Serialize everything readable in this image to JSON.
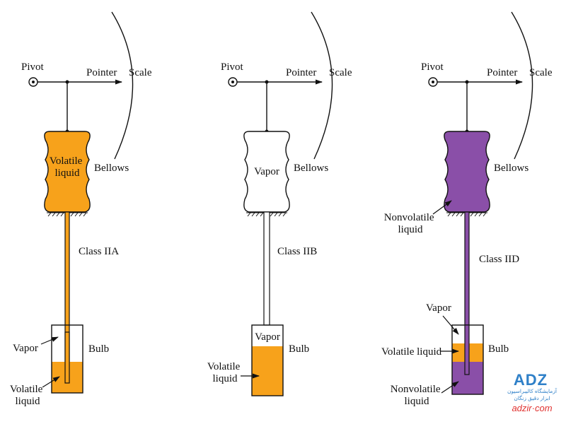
{
  "colors": {
    "volatile_liquid": "#F7A21B",
    "nonvolatile_liquid": "#8A4FA8",
    "logo_blue": "#2F80C8",
    "logo_red": "#E0312F"
  },
  "panels": [
    {
      "class_label": "Class IIA",
      "pivot": "Pivot",
      "pointer": "Pointer",
      "scale": "Scale",
      "bellows": "Bellows",
      "bellows_fill_text": "Volatile\nliquid",
      "bulb": "Bulb",
      "vapor": "Vapor",
      "volatile_liquid": "Volatile\nliquid"
    },
    {
      "class_label": "Class IIB",
      "pivot": "Pivot",
      "pointer": "Pointer",
      "scale": "Scale",
      "bellows": "Bellows",
      "bellows_fill_text": "Vapor",
      "bulb": "Bulb",
      "vapor": "Vapor",
      "volatile_liquid": "Volatile\nliquid"
    },
    {
      "class_label": "Class IID",
      "pivot": "Pivot",
      "pointer": "Pointer",
      "scale": "Scale",
      "bellows": "Bellows",
      "nonvolatile_liquid_top": "Nonvolatile\nliquid",
      "bulb": "Bulb",
      "vapor": "Vapor",
      "volatile_liquid": "Volatile liquid",
      "nonvolatile_liquid_bottom": "Nonvolatile\nliquid"
    }
  ],
  "logo": {
    "mark": "ADZ",
    "line1": "آزمایشگاه کالیبراسیون",
    "line2": "ابزار دقیق زنگان",
    "site": "adzir·com"
  }
}
